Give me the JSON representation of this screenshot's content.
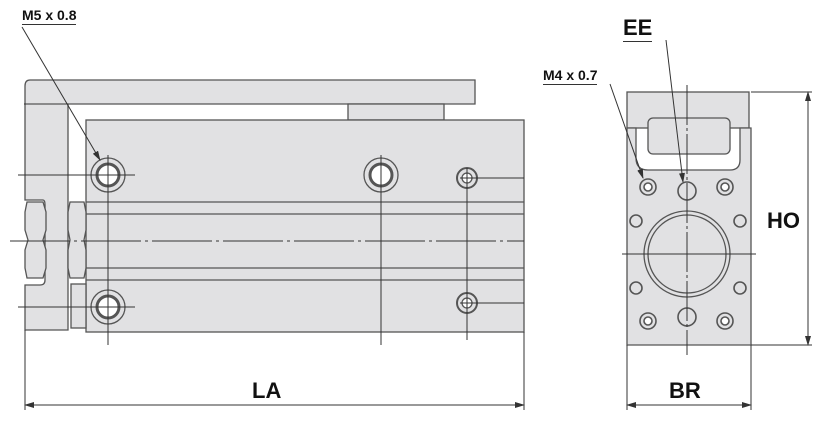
{
  "diagram": {
    "type": "technical-drawing",
    "subject": "compact guided pneumatic cylinder / slide",
    "views": [
      "side-view",
      "end-view"
    ],
    "colors": {
      "body_fill": "#e1e1e3",
      "line": "#444444",
      "text": "#111111",
      "background": "#ffffff"
    }
  },
  "labels": {
    "side_thread": "M5 x 0.8",
    "end_thread": "M4 x 0.7",
    "port": "EE",
    "length_dim": "LA",
    "height_dim": "HO",
    "width_dim": "BR"
  }
}
